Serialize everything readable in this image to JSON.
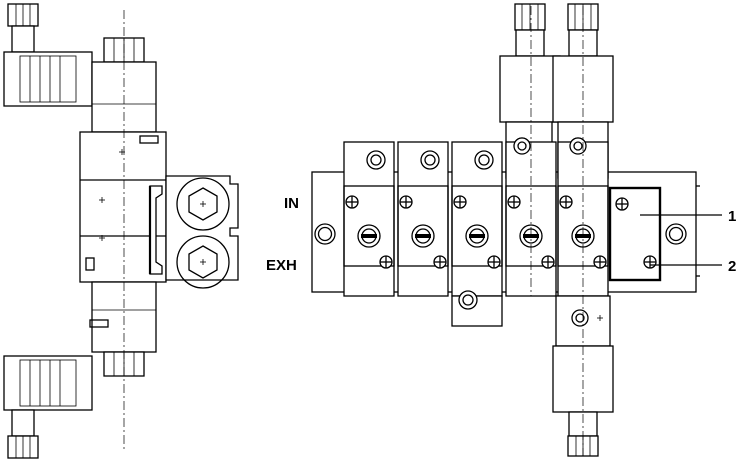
{
  "labels": {
    "in": "IN",
    "exh": "EXH",
    "callout_1": "1",
    "callout_2": "2"
  }
}
